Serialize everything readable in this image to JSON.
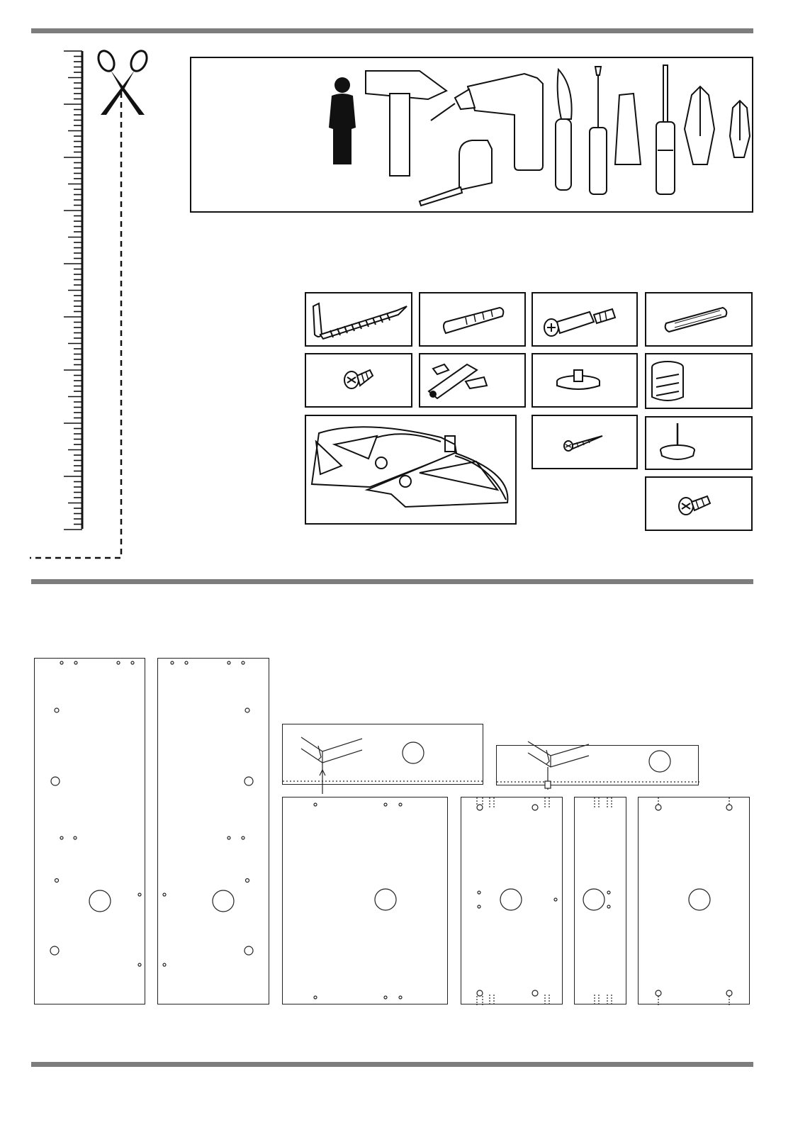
{
  "document": {
    "type": "assembly-instructions-page",
    "sections": [
      "tools-and-hardware",
      "panels"
    ]
  },
  "tools": [
    {
      "name": "person-icon"
    },
    {
      "name": "hammer-icon"
    },
    {
      "name": "drill-icon"
    },
    {
      "name": "tape-measure-icon"
    },
    {
      "name": "knife-icon"
    },
    {
      "name": "flat-screwdriver-icon"
    },
    {
      "name": "flat-bit-icon"
    },
    {
      "name": "phillips-screwdriver-icon"
    },
    {
      "name": "phillips-bit-large-icon"
    },
    {
      "name": "phillips-bit-small-icon"
    }
  ],
  "hardware": [
    {
      "name": "hook-screw-icon"
    },
    {
      "name": "wall-plug-icon"
    },
    {
      "name": "connector-bolt-icon"
    },
    {
      "name": "wooden-dowel-icon"
    },
    {
      "name": "short-screw-icon"
    },
    {
      "name": "wall-bracket-icon"
    },
    {
      "name": "shelf-support-icon"
    },
    {
      "name": "cam-lock-icon"
    },
    {
      "name": "hinge-plate-icon"
    },
    {
      "name": "wood-screw-icon"
    },
    {
      "name": "nail-glide-icon"
    },
    {
      "name": "pan-head-screw-icon"
    }
  ],
  "colors": {
    "rule": "#7d7d7d",
    "line": "#111111"
  }
}
